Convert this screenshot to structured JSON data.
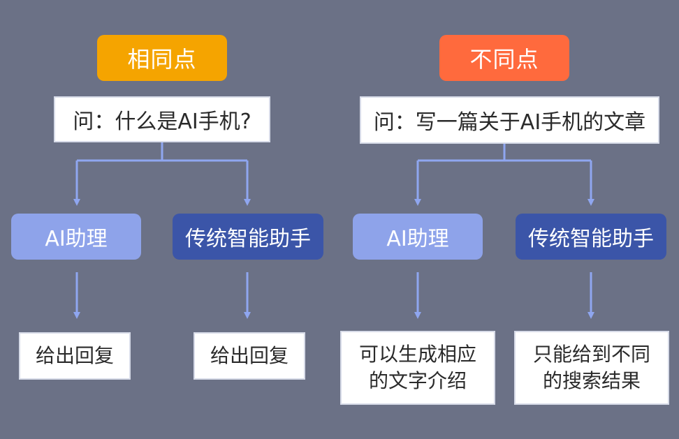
{
  "colors": {
    "background": "#6b7186",
    "same_badge": "#f5a400",
    "diff_badge": "#ff6a3d",
    "ai_assistant": "#8ea3ea",
    "traditional_assistant": "#3b55a8",
    "connector": "#8fa6f0"
  },
  "left": {
    "heading": "相同点",
    "question": "问：什么是AI手机?",
    "ai_assistant": "AI助理",
    "traditional_assistant": "传统智能助手",
    "ai_result": "给出回复",
    "traditional_result": "给出回复"
  },
  "right": {
    "heading": "不同点",
    "question": "问：写一篇关于AI手机的文章",
    "ai_assistant": "AI助理",
    "traditional_assistant": "传统智能助手",
    "ai_result_line1": "可以生成相应",
    "ai_result_line2": "的文字介绍",
    "traditional_result_line1": "只能给到不同",
    "traditional_result_line2": "的搜索结果"
  }
}
